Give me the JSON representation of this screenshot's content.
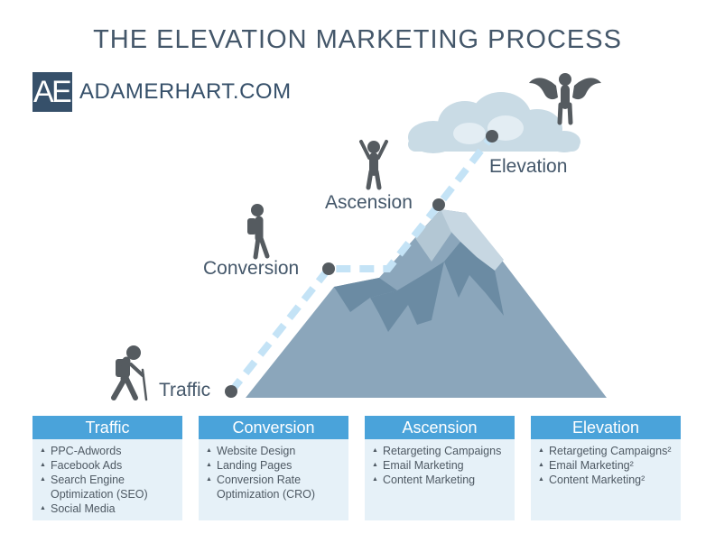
{
  "title": "THE ELEVATION MARKETING PROCESS",
  "logo": {
    "letter1": "A",
    "letter2": "E",
    "text": "ADAMERHART.COM"
  },
  "stages": [
    {
      "label": "Traffic",
      "icon": "hiker-icon"
    },
    {
      "label": "Conversion",
      "icon": "backpacker-icon"
    },
    {
      "label": "Ascension",
      "icon": "raised-arms-person-icon"
    },
    {
      "label": "Elevation",
      "icon": "winged-person-icon"
    }
  ],
  "boxes": [
    {
      "title": "Traffic",
      "items": [
        "PPC-Adwords",
        "Facebook Ads",
        "Search Engine Optimization (SEO)",
        "Social Media"
      ]
    },
    {
      "title": "Conversion",
      "items": [
        "Website Design",
        "Landing Pages",
        "Conversion Rate Optimization (CRO)"
      ]
    },
    {
      "title": "Ascension",
      "items": [
        "Retargeting Campaigns",
        "Email Marketing",
        "Content Marketing"
      ]
    },
    {
      "title": "Elevation",
      "items": [
        "Retargeting Campaigns²",
        "Email Marketing²",
        "Content Marketing²"
      ]
    }
  ],
  "colors": {
    "title": "#44576a",
    "header": "#4aa3da",
    "box_bg": "#e6f1f8",
    "mountain": "#8aa6bb",
    "path": "#c4e3f6",
    "node": "#555b60"
  }
}
